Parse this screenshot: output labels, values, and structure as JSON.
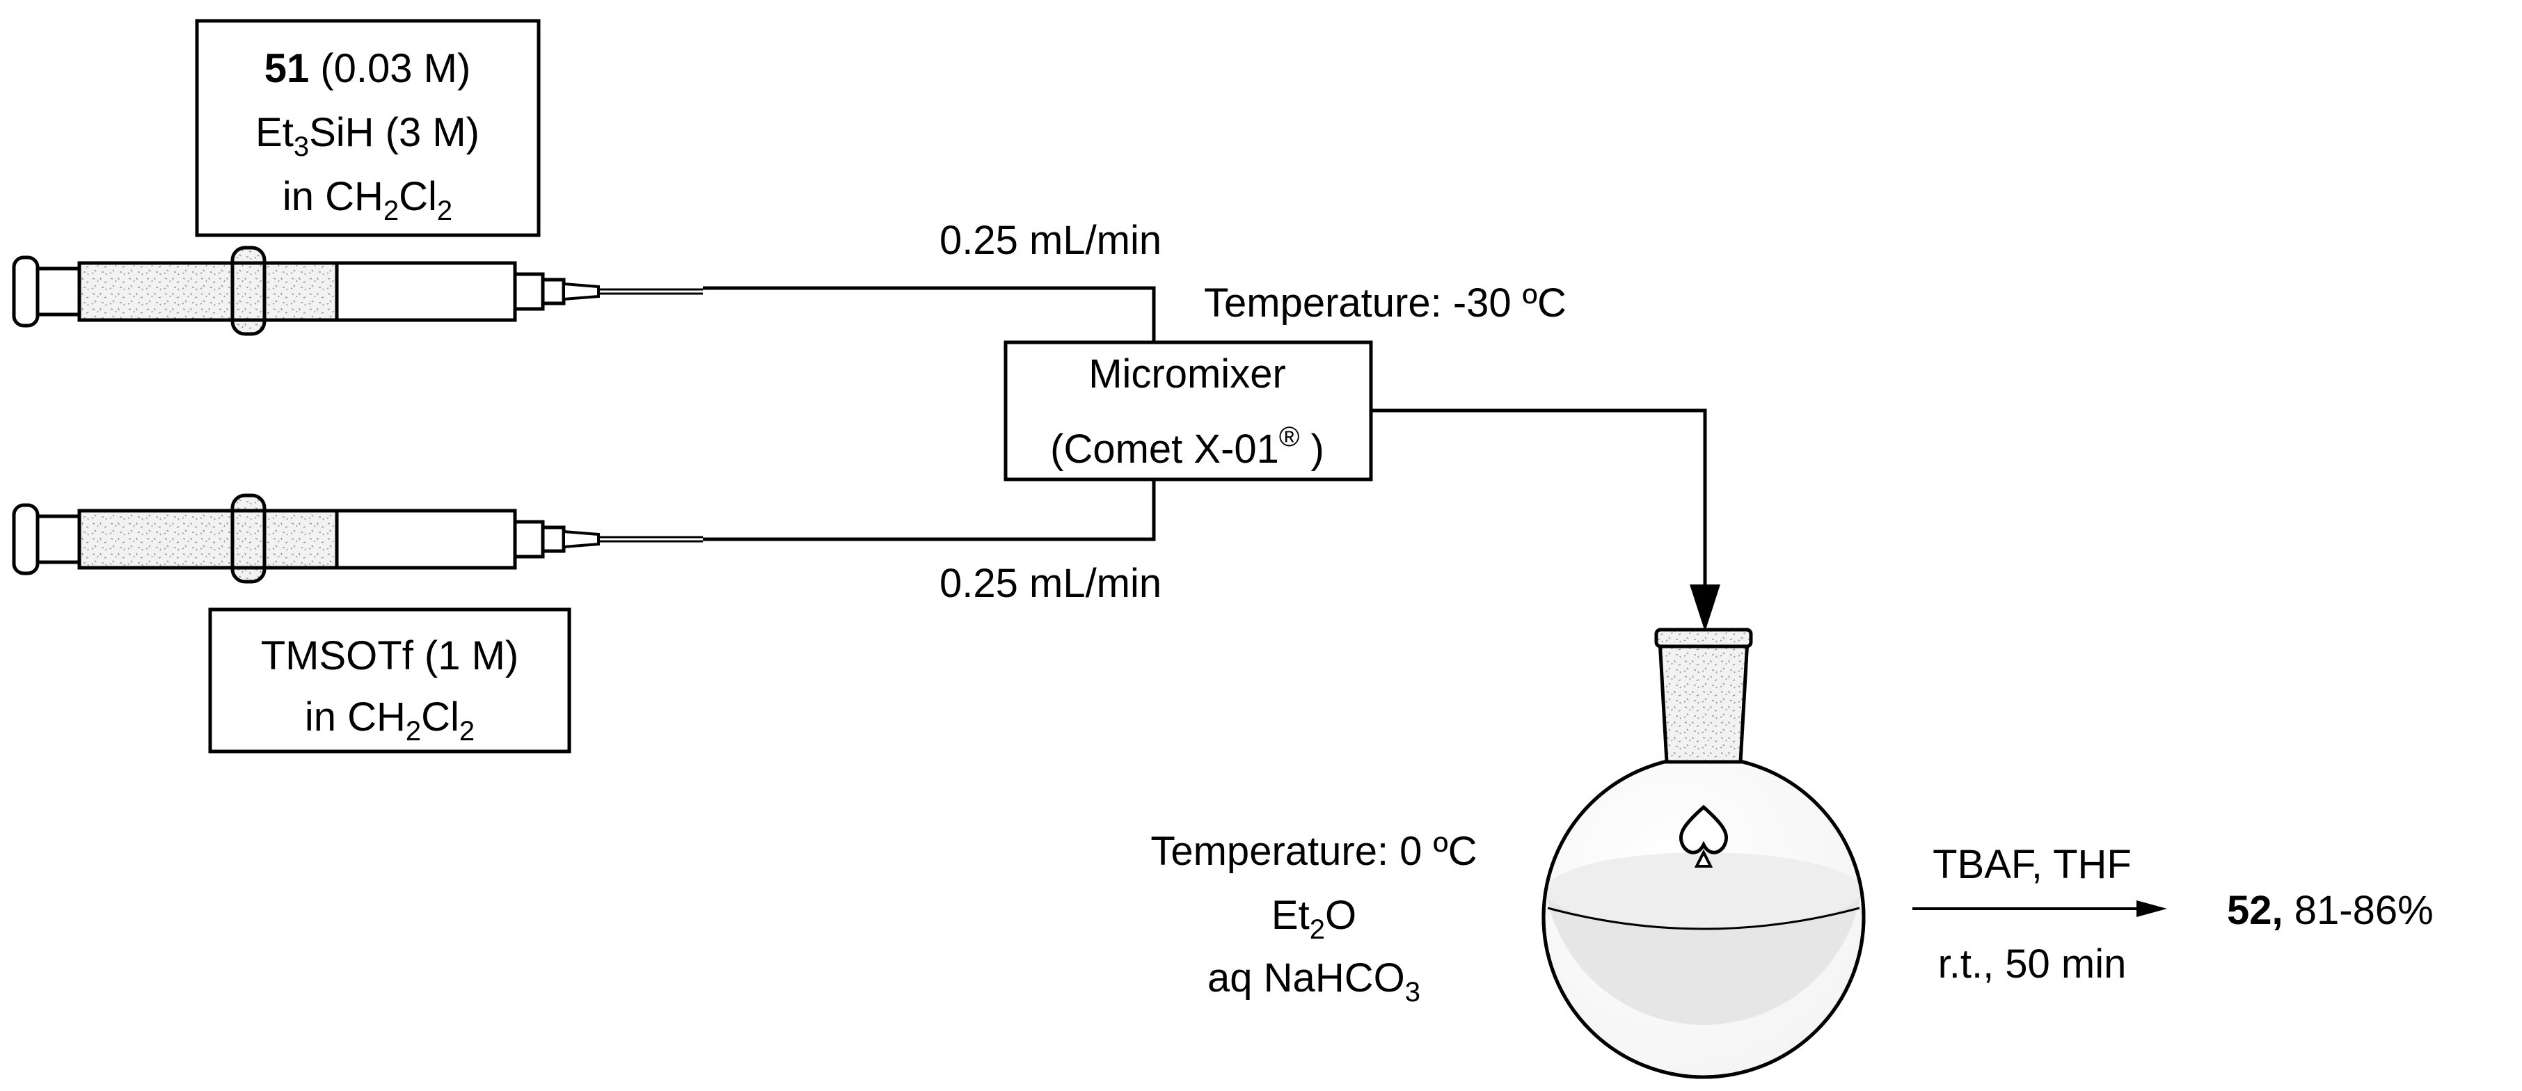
{
  "reagent_box_1": {
    "line1_compound": "51",
    "line1_conc": " (0.03 M)",
    "line2_pre": "Et",
    "line2_sub": "3",
    "line2_post": "SiH (3 M)",
    "line3_pre": "in CH",
    "line3_sub1": "2",
    "line3_mid": "Cl",
    "line3_sub2": "2"
  },
  "reagent_box_2": {
    "line1": "TMSOTf (1 M)",
    "line2_pre": "in CH",
    "line2_sub1": "2",
    "line2_mid": "Cl",
    "line2_sub2": "2"
  },
  "flow_rate_top": "0.25 mL/min",
  "flow_rate_bottom": "0.25 mL/min",
  "mixer_temperature": "Temperature:  -30 ºC",
  "mixer": {
    "line1": "Micromixer",
    "line2_pre": "(Comet X-01",
    "line2_sup": "®",
    "line2_post": " )"
  },
  "quench": {
    "line1": "Temperature:  0 ºC",
    "line2_pre": "Et",
    "line2_sub": "2",
    "line2_post": "O",
    "line3_pre": "aq NaHCO",
    "line3_sub": "3"
  },
  "arrow_reagents": "TBAF, THF",
  "arrow_conditions": "r.t., 50 min",
  "product": {
    "compound": "52,",
    "yield": " 81-86%"
  }
}
